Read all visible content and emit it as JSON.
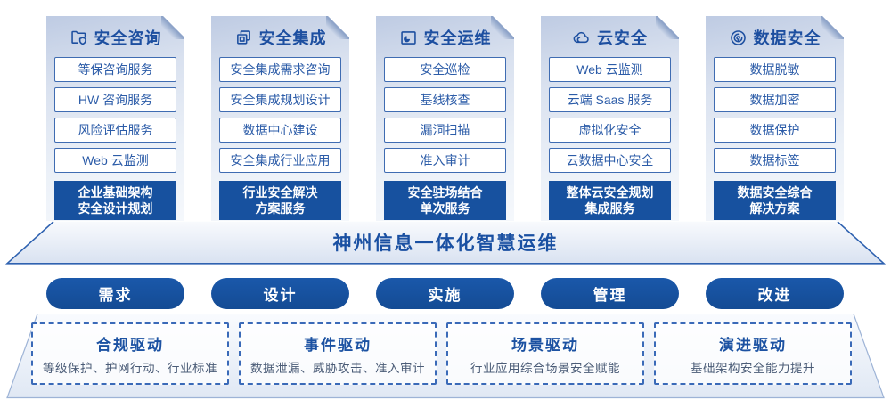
{
  "palette": {
    "primary_blue": "#17519f",
    "header_text_blue": "#1d4fa0",
    "item_border_blue": "#3f6cb2",
    "item_text_blue": "#2c5ca8",
    "dashed_border_blue": "#3a6ab8",
    "driver_desc_gray": "#4b5c77"
  },
  "columns": [
    {
      "icon": "folder-shield-icon",
      "title": "安全咨询",
      "items": [
        "等保咨询服务",
        "HW 咨询服务",
        "风险评估服务",
        "Web 云监测"
      ],
      "footer_lines": [
        "企业基础架构",
        "安全设计规划"
      ]
    },
    {
      "icon": "documents-icon",
      "title": "安全集成",
      "items": [
        "安全集成需求咨询",
        "安全集成规划设计",
        "数据中心建设",
        "安全集成行业应用"
      ],
      "footer_lines": [
        "行业安全解决",
        "方案服务"
      ]
    },
    {
      "icon": "pie-folder-icon",
      "title": "安全运维",
      "items": [
        "安全巡检",
        "基线核查",
        "漏洞扫描",
        "准入审计"
      ],
      "footer_lines": [
        "安全驻场结合",
        "单次服务"
      ]
    },
    {
      "icon": "cloud-icon",
      "title": "云安全",
      "items": [
        "Web 云监测",
        "云端 Saas 服务",
        "虚拟化安全",
        "云数据中心安全"
      ],
      "footer_lines": [
        "整体云安全规划",
        "集成服务"
      ]
    },
    {
      "icon": "fingerprint-icon",
      "title": "数据安全",
      "items": [
        "数据脱敏",
        "数据加密",
        "数据保护",
        "数据标签"
      ],
      "footer_lines": [
        "数据安全综合",
        "解决方案"
      ]
    }
  ],
  "banner": {
    "title": "神州信息一体化智慧运维"
  },
  "process_steps": [
    "需求",
    "设计",
    "实施",
    "管理",
    "改进"
  ],
  "drivers": [
    {
      "title": "合规驱动",
      "description": "等级保护、护网行动、行业标准"
    },
    {
      "title": "事件驱动",
      "description": "数据泄漏、威胁攻击、准入审计"
    },
    {
      "title": "场景驱动",
      "description": "行业应用综合场景安全赋能"
    },
    {
      "title": "演进驱动",
      "description": "基础架构安全能力提升"
    }
  ]
}
